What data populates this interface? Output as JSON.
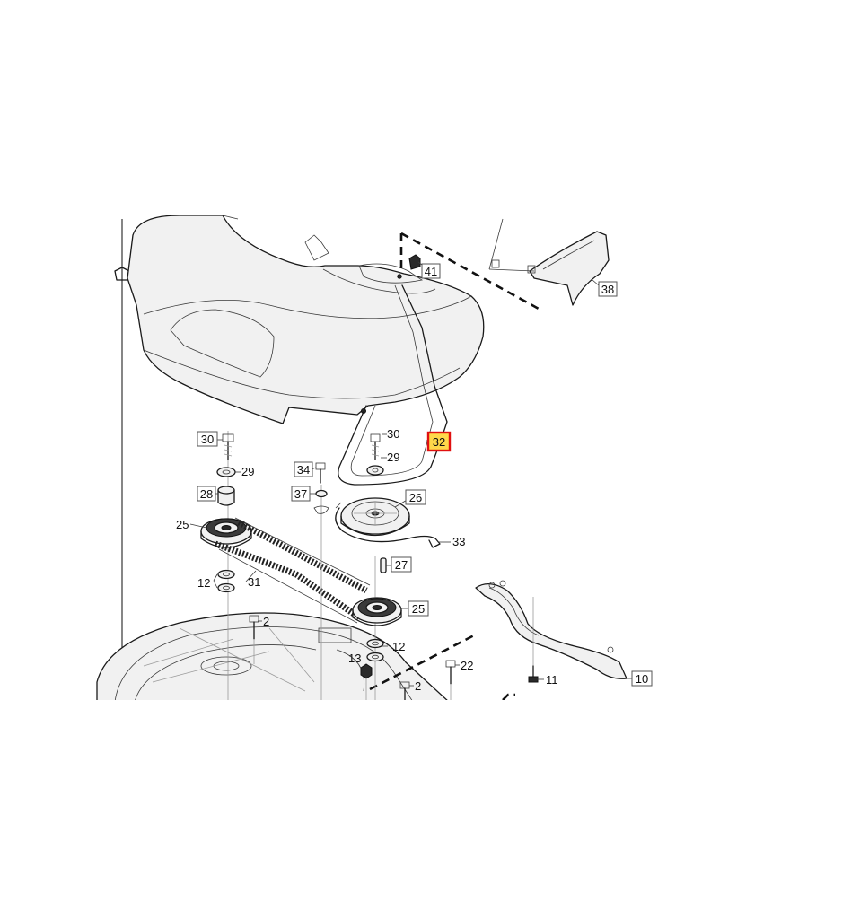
{
  "highlight": {
    "fill": "#ffd84a",
    "stroke": "#e01010"
  },
  "callouts": [
    {
      "id": "c41",
      "text": "41"
    },
    {
      "id": "c38",
      "text": "38"
    },
    {
      "id": "c32",
      "text": "32",
      "highlighted": true
    },
    {
      "id": "c30a",
      "text": "30"
    },
    {
      "id": "c29a",
      "text": "29"
    },
    {
      "id": "c28",
      "text": "28"
    },
    {
      "id": "c25a",
      "text": "25"
    },
    {
      "id": "c30b",
      "text": "30"
    },
    {
      "id": "c29b",
      "text": "29"
    },
    {
      "id": "c34",
      "text": "34"
    },
    {
      "id": "c37",
      "text": "37"
    },
    {
      "id": "c26",
      "text": "26"
    },
    {
      "id": "c33",
      "text": "33"
    },
    {
      "id": "c27",
      "text": "27"
    },
    {
      "id": "c12a",
      "text": "12"
    },
    {
      "id": "c31",
      "text": "31"
    },
    {
      "id": "c25b",
      "text": "25"
    },
    {
      "id": "c2a",
      "text": "2"
    },
    {
      "id": "c13",
      "text": "13"
    },
    {
      "id": "c12b",
      "text": "12"
    },
    {
      "id": "c22",
      "text": "22"
    },
    {
      "id": "c2b",
      "text": "2"
    },
    {
      "id": "c11",
      "text": "11"
    },
    {
      "id": "c10",
      "text": "10"
    }
  ]
}
